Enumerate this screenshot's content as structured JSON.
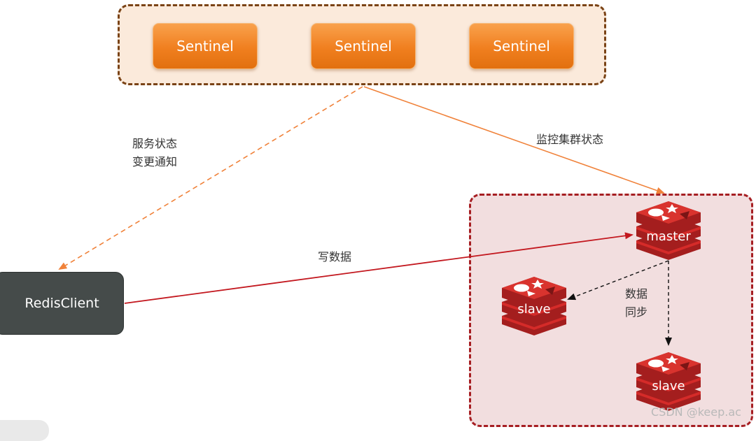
{
  "sentinel_group": {
    "nodes": [
      {
        "label": "Sentinel"
      },
      {
        "label": "Sentinel"
      },
      {
        "label": "Sentinel"
      }
    ]
  },
  "client": {
    "label": "RedisClient"
  },
  "redis_group": {
    "master": {
      "label": "master"
    },
    "slave_left": {
      "label": "slave"
    },
    "slave_bottom": {
      "label": "slave"
    }
  },
  "edges": {
    "notify": "服务状态\n变更通知",
    "monitor": "监控集群状态",
    "write": "写数据",
    "sync": "数据\n同步"
  },
  "colors": {
    "sentinel_orange": "#f07f1f",
    "monitor_line": "#f0823a",
    "write_line": "#c3181f",
    "redis_red": "#d52b29"
  },
  "watermark": "CSDN @keep.ac"
}
